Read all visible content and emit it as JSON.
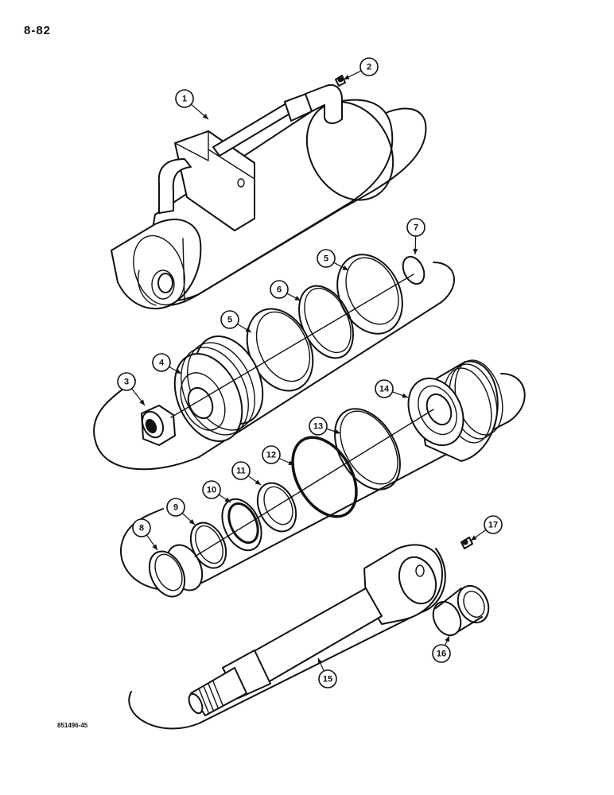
{
  "page_number": "8-82",
  "figure_id": "851496-45",
  "callouts": [
    {
      "n": "1"
    },
    {
      "n": "2"
    },
    {
      "n": "3"
    },
    {
      "n": "4"
    },
    {
      "n": "5"
    },
    {
      "n": "5"
    },
    {
      "n": "6"
    },
    {
      "n": "7"
    },
    {
      "n": "8"
    },
    {
      "n": "9"
    },
    {
      "n": "10"
    },
    {
      "n": "11"
    },
    {
      "n": "12"
    },
    {
      "n": "13"
    },
    {
      "n": "14"
    },
    {
      "n": "15"
    },
    {
      "n": "16"
    },
    {
      "n": "17"
    }
  ],
  "colors": {
    "ink": "#111111",
    "paper": "#ffffff"
  }
}
